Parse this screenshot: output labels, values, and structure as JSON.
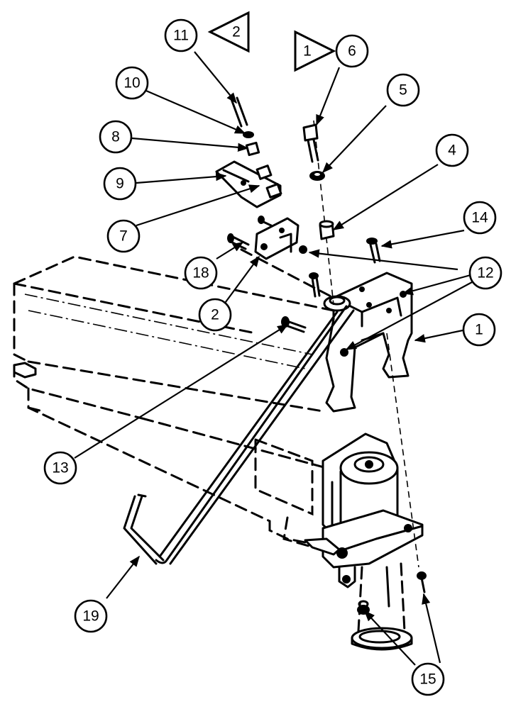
{
  "flags": [
    {
      "id": "flag-left",
      "text": "2"
    },
    {
      "id": "flag-right",
      "text": "1"
    }
  ],
  "callouts": [
    {
      "id": "c11",
      "text": "11"
    },
    {
      "id": "c10",
      "text": "10"
    },
    {
      "id": "c8",
      "text": "8"
    },
    {
      "id": "c9",
      "text": "9"
    },
    {
      "id": "c7",
      "text": "7"
    },
    {
      "id": "c18",
      "text": "18"
    },
    {
      "id": "c2",
      "text": "2"
    },
    {
      "id": "c6",
      "text": "6"
    },
    {
      "id": "c5",
      "text": "5"
    },
    {
      "id": "c4",
      "text": "4"
    },
    {
      "id": "c14",
      "text": "14"
    },
    {
      "id": "c12",
      "text": "12"
    },
    {
      "id": "c1",
      "text": "1"
    },
    {
      "id": "c13",
      "text": "13"
    },
    {
      "id": "c19",
      "text": "19"
    },
    {
      "id": "c15",
      "text": "15"
    }
  ]
}
